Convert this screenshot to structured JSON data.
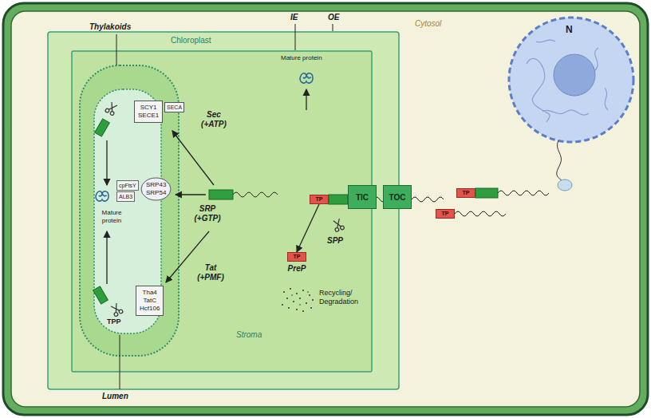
{
  "diagram": {
    "nodes": [
      {
        "text": [
          "Cytosol"
        ]
      },
      {
        "text": [
          "Chloroplast"
        ],
        "in": 0
      },
      {
        "text": [
          "Stroma"
        ],
        "in": 1
      },
      {
        "text": [
          "TPP"
        ],
        "in": 2
      },
      {
        "text": [
          "SCY1",
          "SECE1"
        ],
        "in": 3
      },
      {
        "text": [
          "SECA"
        ],
        "in": 3
      },
      {
        "text": [
          "cpFtsY"
        ],
        "in": 3
      },
      {
        "text": [
          "ALB3"
        ],
        "in": 3
      },
      {
        "text": [
          "SRP43",
          "SRP54"
        ],
        "in": 3
      },
      {
        "text": [
          "Tha4",
          "TatC",
          "Hcf106"
        ],
        "in": 3
      },
      {
        "text": [
          "TIC"
        ],
        "in": 2
      },
      {
        "text": [
          "TOC"
        ],
        "in": 1
      },
      {
        "text": [
          "TP"
        ],
        "in": 2
      },
      {
        "text": [
          "TP",
          "PreP"
        ],
        "in": 2
      },
      {
        "text": [
          "N"
        ],
        "in": 0
      },
      {
        "text": [
          "TP"
        ],
        "in": 0
      },
      {
        "text": [
          "TP"
        ],
        "in": 0
      }
    ],
    "edges": [
      {
        "from": 12,
        "to": 13,
        "arrow": "to"
      }
    ],
    "labels": [
      "Thylakoids",
      "IE",
      "OE",
      "Sec (+ATP)",
      "SRP (+GTP)",
      "Tat (+PMF)",
      "Mature protein",
      "Mature protein",
      "SPP",
      "Recycling/ Degradation",
      "Lumen"
    ]
  }
}
